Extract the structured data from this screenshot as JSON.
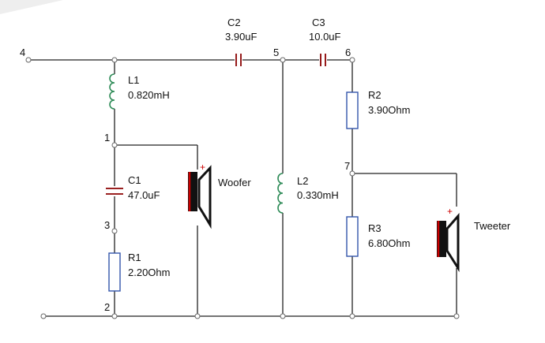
{
  "nodes": {
    "n4": "4",
    "n5": "5",
    "n6": "6",
    "n1": "1",
    "n3": "3",
    "n2": "2",
    "n7": "7"
  },
  "components": {
    "L1": {
      "name": "L1",
      "value": "0.820mH"
    },
    "C2": {
      "name": "C2",
      "value": "3.90uF"
    },
    "C3": {
      "name": "C3",
      "value": "10.0uF"
    },
    "C1": {
      "name": "C1",
      "value": "47.0uF"
    },
    "R1": {
      "name": "R1",
      "value": "2.20Ohm"
    },
    "L2": {
      "name": "L2",
      "value": "0.330mH"
    },
    "R2": {
      "name": "R2",
      "value": "3.90Ohm"
    },
    "R3": {
      "name": "R3",
      "value": "6.80Ohm"
    }
  },
  "speakers": {
    "woofer": "Woofer",
    "tweeter": "Tweeter",
    "plus": "+"
  },
  "colors": {
    "wire": "#222222",
    "capacitor": "#8b0000",
    "inductor": "#2e8b57",
    "resistor": "#3355aa",
    "speaker_polarity": "#cc0000"
  }
}
